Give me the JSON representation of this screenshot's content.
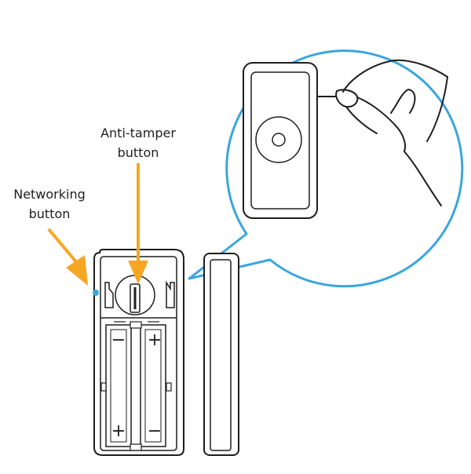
{
  "labels": {
    "anti_tamper": {
      "line1": "Anti-tamper",
      "line2": "button"
    },
    "networking": {
      "line1": "Networking",
      "line2": "button"
    }
  },
  "battery_polarity": {
    "left_top": "−",
    "right_top": "+",
    "left_bottom": "+",
    "right_bottom": "−"
  },
  "colors": {
    "callout_outline": "#3aa6dd",
    "arrow": "#f6a623",
    "line": "#1e1e1e",
    "networking_dot": "#3aa6dd"
  }
}
